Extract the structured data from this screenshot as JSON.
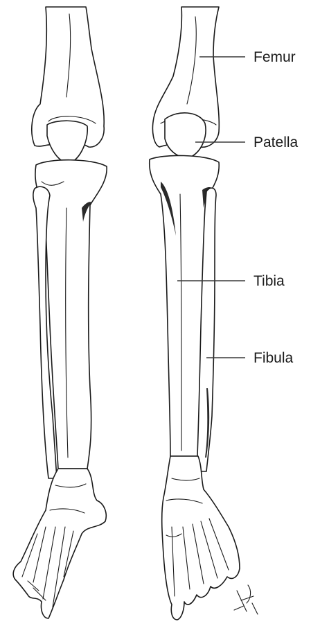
{
  "labels": {
    "femur": "Femur",
    "patella": "Patella",
    "tibia": "Tibia",
    "fibula": "Fibula"
  },
  "colors": {
    "line": "#1a1a1a",
    "background": "#ffffff"
  }
}
